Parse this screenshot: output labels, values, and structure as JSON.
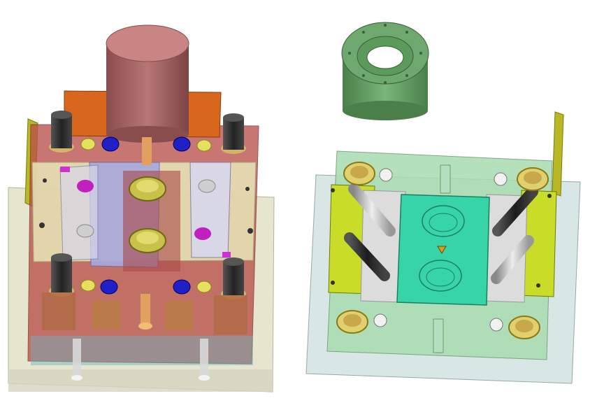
{
  "scene": {
    "background": "#ffffff",
    "objects": [
      {
        "id": "left-mold",
        "kind": "mold-half-moving-side",
        "label": ""
      },
      {
        "id": "right-mold",
        "kind": "mold-half-fixed-side",
        "label": ""
      },
      {
        "id": "locating-ring",
        "kind": "locating-ring",
        "label": ""
      }
    ],
    "colors": {
      "plate_cream": "#e8e6b8",
      "plate_red_transparent": "#b8504a",
      "cylinder_pink": "#b06a6a",
      "clamp_orange": "#d8661c",
      "guide_pillar": "#3a3a3a",
      "bushing_yellow": "#c9c24a",
      "bolt_blue": "#2020c8",
      "magenta": "#c020c0",
      "core_teal": "#36d4a8",
      "plate_green": "#a8dcb0",
      "slide_yellow": "#c8dc28",
      "angle_pin_dark": "#303030",
      "angle_pin_light": "#c8c8c8",
      "ring_green": "#5c9a5c"
    }
  }
}
